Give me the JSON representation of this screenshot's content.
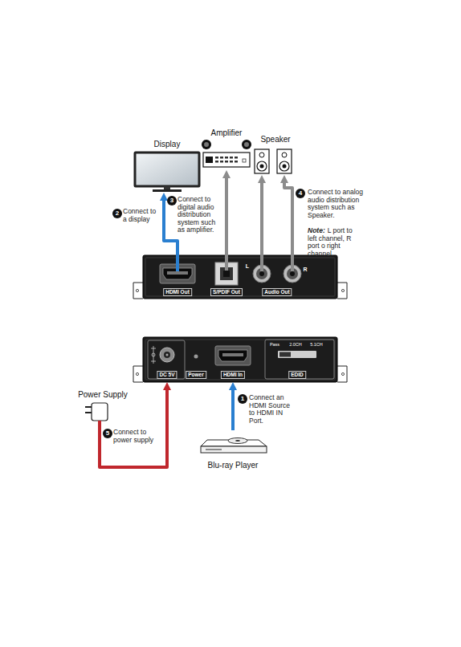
{
  "diagram": {
    "nodes": [
      {
        "text": [
          "Display"
        ]
      },
      {
        "text": [
          "Amplifier"
        ]
      },
      {
        "text": [
          "Speaker"
        ]
      },
      {
        "text": [
          "HDMI Out",
          "S/PDIF Out",
          "Audio Out",
          "L",
          "R"
        ]
      },
      {
        "text": [
          "DC 5V",
          "Power",
          "HDMI In",
          "Pass",
          "2.0CH",
          "5.1CH",
          "EDID"
        ]
      },
      {
        "text": [
          "Power Supply"
        ]
      },
      {
        "text": [
          "Blu-ray Player"
        ]
      }
    ],
    "edges": [
      {
        "from": 3,
        "to": 0,
        "arrow": "to"
      },
      {
        "from": 3,
        "to": 1,
        "arrow": "to"
      },
      {
        "from": 3,
        "to": 2,
        "arrow": "to"
      },
      {
        "from": 3,
        "to": 2,
        "arrow": "to"
      },
      {
        "from": 6,
        "to": 4,
        "arrow": "to"
      },
      {
        "from": 5,
        "to": 4,
        "arrow": "to"
      }
    ],
    "labels": [
      "2",
      "Connect to a display",
      "3",
      "Connect to digital audio distribution system such as amplifier.",
      "4",
      "Connect to analog audio distribution system such as Speaker.",
      "Note:",
      "L port to left channel, R port o right channel.",
      "1",
      "Connect an HDMI Source to HDMI IN Port.",
      "5",
      "Connect to power supply"
    ]
  }
}
